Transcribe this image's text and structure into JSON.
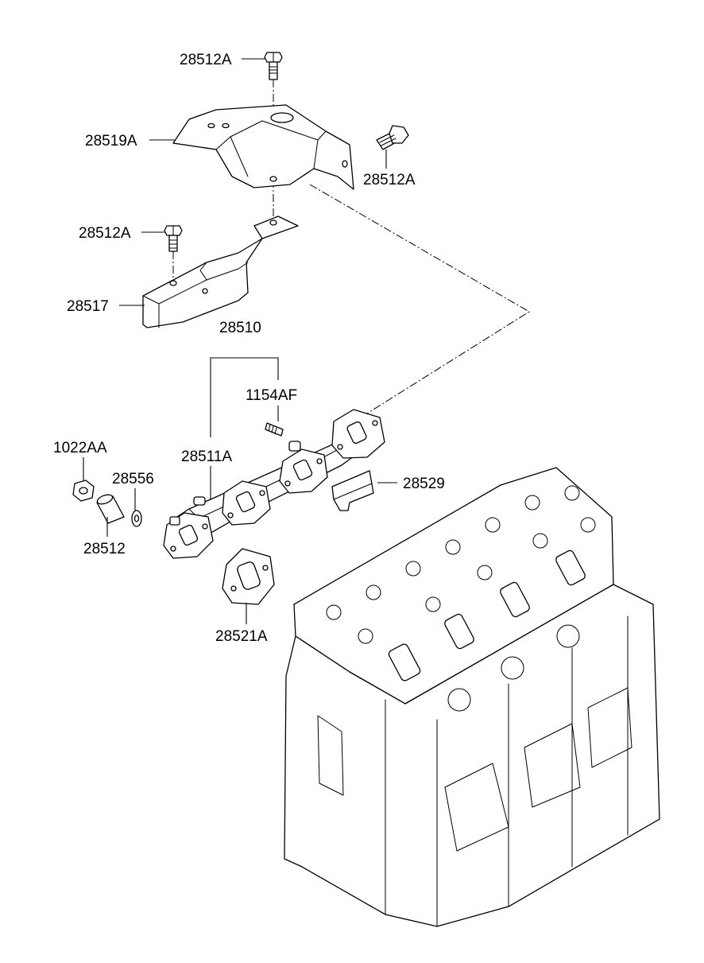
{
  "diagram": {
    "labels": {
      "bolt_top": "28512A",
      "heat_shield": "28519A",
      "bolt_side": "28512A",
      "bolt_left": "28512A",
      "lower_bracket": "28517",
      "manifold_assembly": "28510",
      "stud": "1154AF",
      "manifold": "28511A",
      "nut": "1022AA",
      "washer": "28556",
      "spacer": "28512",
      "cover_plate": "28529",
      "gasket": "28521A"
    }
  }
}
